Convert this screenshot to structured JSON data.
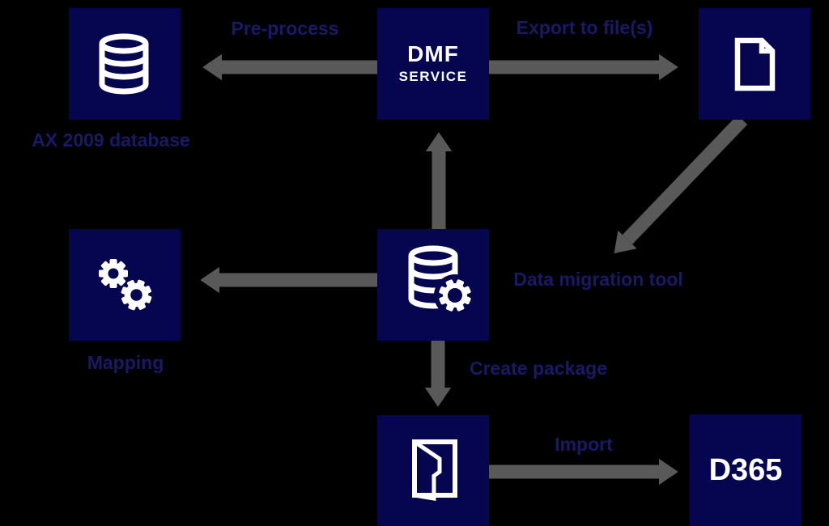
{
  "colors": {
    "background": "#000000",
    "box": "#050550",
    "label": "#1a1a64",
    "arrow": "#595959",
    "icon": "#ffffff"
  },
  "nodes": {
    "ax_db": {
      "label": "AX 2009 database",
      "icon": "database-icon"
    },
    "dmf": {
      "line1": "DMF",
      "line2": "SERVICE"
    },
    "file": {
      "icon": "file-icon"
    },
    "mapping": {
      "label": "Mapping",
      "icon": "gears-icon"
    },
    "dmt": {
      "label": "Data migration tool",
      "icon": "database-gear-icon"
    },
    "package": {
      "icon": "package-icon"
    },
    "d365": {
      "label": "D365"
    }
  },
  "edges": {
    "pre_process": {
      "label": "Pre-process"
    },
    "export": {
      "label": "Export to file(s)"
    },
    "dmt_to_dmf": {
      "label": ""
    },
    "file_to_dmt": {
      "label": ""
    },
    "dmt_to_mapping": {
      "label": ""
    },
    "create_package": {
      "label": "Create package"
    },
    "import": {
      "label": "Import"
    }
  }
}
